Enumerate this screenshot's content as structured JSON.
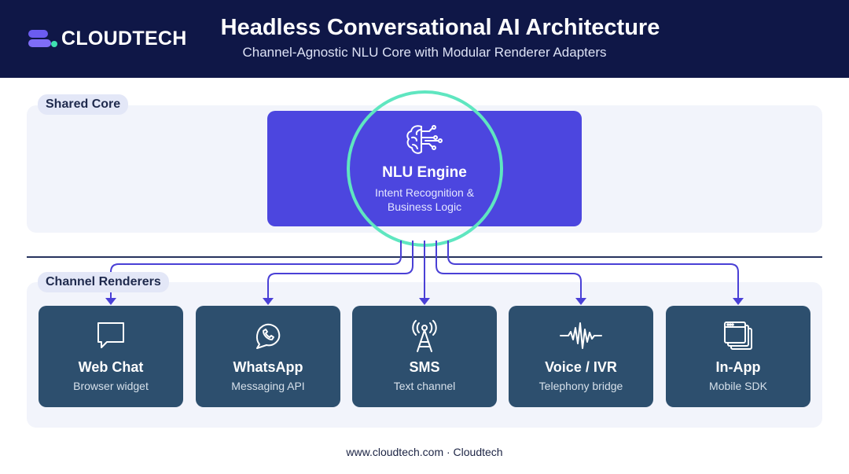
{
  "header": {
    "logo_text": "CLOUDTECH",
    "title": "Headless Conversational AI Architecture",
    "subtitle": "Channel-Agnostic NLU Core with Modular Renderer Adapters"
  },
  "core": {
    "section_label": "Shared Core",
    "engine_title": "NLU Engine",
    "engine_desc_line1": "Intent Recognition &",
    "engine_desc_line2": "Business Logic",
    "icon": "brain-circuit-icon"
  },
  "renderers": {
    "section_label": "Channel Renderers",
    "cards": [
      {
        "title": "Web Chat",
        "sub": "Browser widget",
        "icon": "chat-bubble-icon"
      },
      {
        "title": "WhatsApp",
        "sub": "Messaging API",
        "icon": "whatsapp-icon"
      },
      {
        "title": "SMS",
        "sub": "Text channel",
        "icon": "antenna-icon"
      },
      {
        "title": "Voice / IVR",
        "sub": "Telephony bridge",
        "icon": "waveform-icon"
      },
      {
        "title": "In-App",
        "sub": "Mobile SDK",
        "icon": "app-windows-icon"
      }
    ]
  },
  "footer": "www.cloudtech.com · Cloudtech",
  "colors": {
    "header_bg": "#0f1747",
    "engine_bg": "#4c46df",
    "ring": "#5fe6c0",
    "card_bg": "#2d4f6e",
    "connector": "#4a40d6",
    "panel_bg": "#f2f4fb"
  }
}
